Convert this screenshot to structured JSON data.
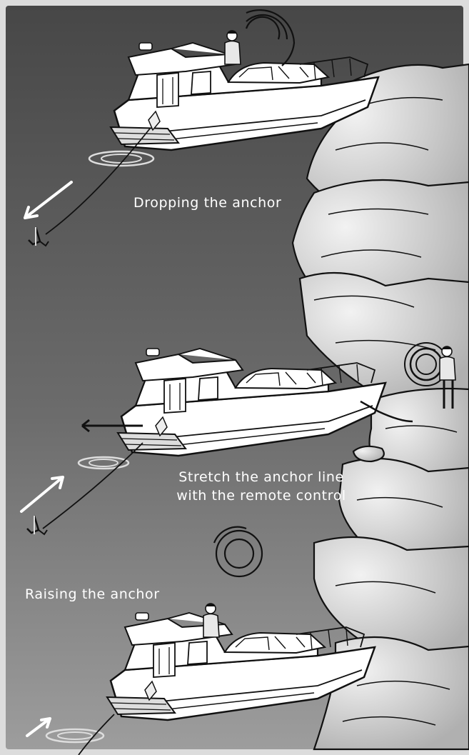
{
  "captions": {
    "dropping": "Dropping the anchor",
    "stretch_line1": "Stretch the anchor line",
    "stretch_line2": "with the remote control",
    "raising": "Raising the anchor"
  },
  "colors": {
    "frame": "#dcdcdc",
    "water_top": "#4a4a4a",
    "water_bottom": "#9a9a9a",
    "rock_fill": "#e6e6e6",
    "rock_shadow": "#b5b5b5",
    "line_ink": "#111111",
    "caption_text": "#ffffff",
    "boat_hull": "#ffffff"
  },
  "icons": {
    "anchor": "anchor-icon",
    "remote_signal": "wireless-signal-icon",
    "direction_arrow": "arrow-icon"
  }
}
